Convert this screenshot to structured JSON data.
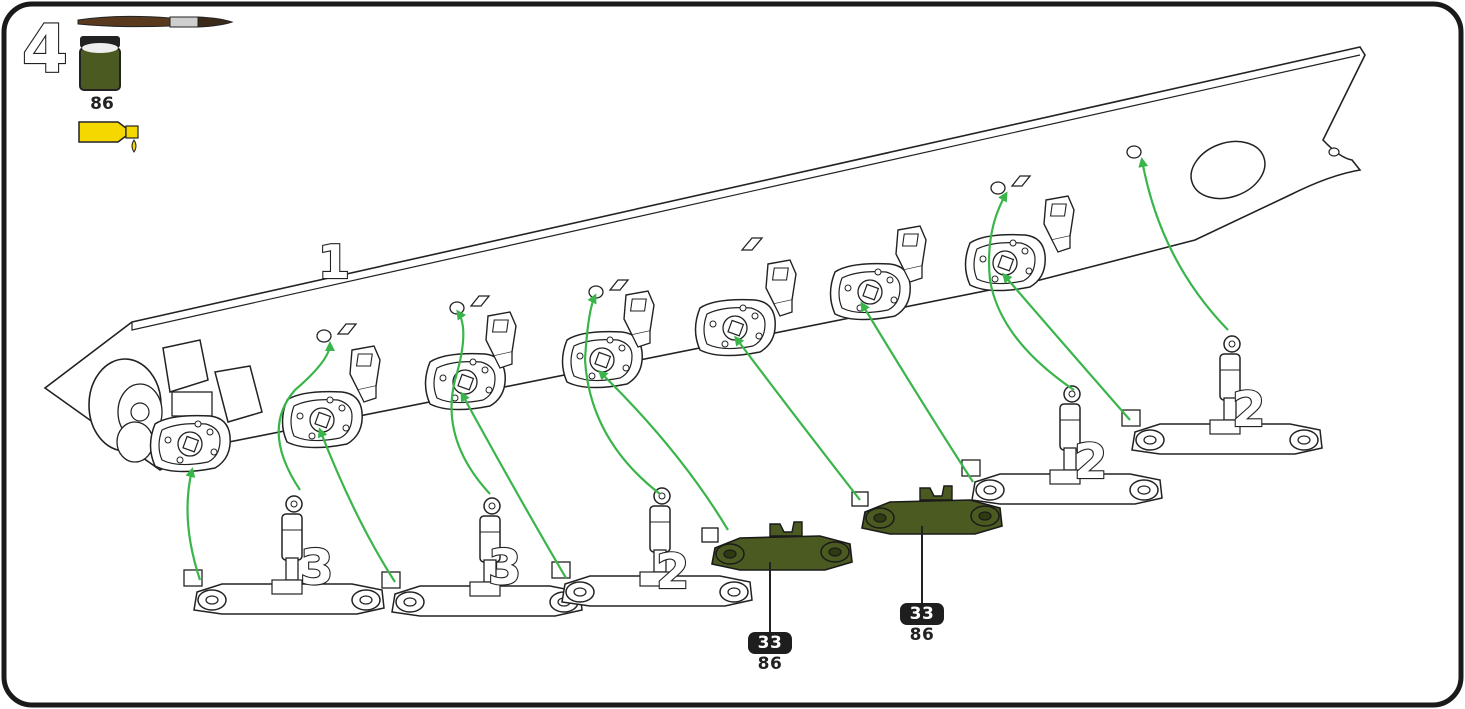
{
  "step": {
    "number": "4",
    "paint_code": "86"
  },
  "main_part": "1",
  "colors": {
    "green_arrow": "#39b54a",
    "olive_part": "#4a5a20",
    "glue_yellow": "#f4d800",
    "badge_dark": "#1e1e1e"
  },
  "callouts": [
    {
      "part": "33",
      "paint": "86"
    },
    {
      "part": "33",
      "paint": "86"
    }
  ],
  "quantity_labels": [
    "3",
    "3",
    "2",
    "2",
    "2"
  ],
  "icons": [
    "brush-icon",
    "paint-jar-icon",
    "glue-tube-icon"
  ]
}
